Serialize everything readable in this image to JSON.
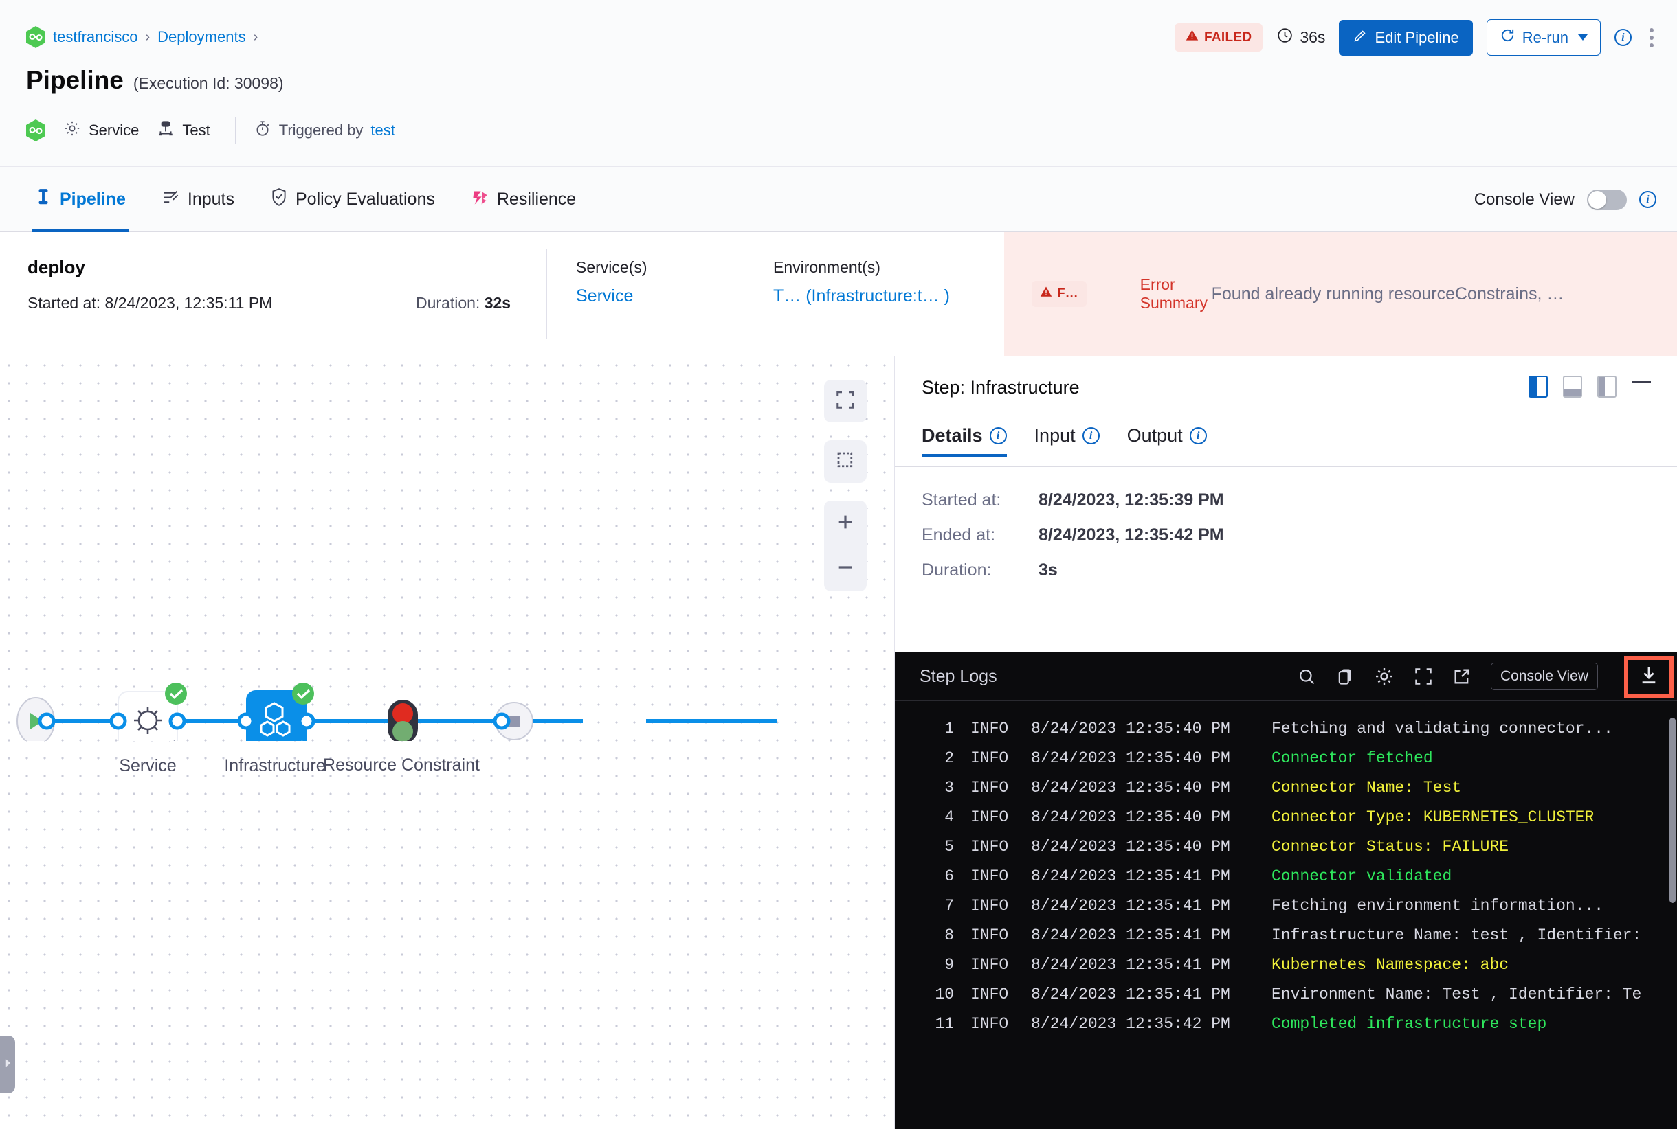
{
  "header": {
    "breadcrumb": [
      {
        "label": "testfrancisco",
        "icon": "harness-logo-icon"
      },
      {
        "label": "Deployments"
      }
    ],
    "title": "Pipeline",
    "execution_id_text": "(Execution Id: 30098)",
    "meta": {
      "service_label": "Service",
      "service_icon": "gear-icon",
      "test_label": "Test",
      "test_icon": "infrastructure-icon",
      "triggered_prefix": "Triggered by",
      "triggered_by": "test",
      "trigger_icon": "stopwatch-icon"
    },
    "actions": {
      "status": "FAILED",
      "status_icon": "warning-triangle-icon",
      "status_color": "#c8271b",
      "status_bg": "#fbe6e4",
      "duration": "36s",
      "duration_icon": "clock-icon",
      "edit_label": "Edit Pipeline",
      "edit_icon": "pencil-icon",
      "rerun_label": "Re-run",
      "rerun_icon": "refresh-icon",
      "info_icon": "info-circle-icon",
      "more_icon": "kebab-menu-icon",
      "primary_color": "#0a64c2"
    }
  },
  "tabbar": {
    "tabs": [
      {
        "label": "Pipeline",
        "icon": "pipeline-icon",
        "active": true
      },
      {
        "label": "Inputs",
        "icon": "inputs-icon",
        "active": false
      },
      {
        "label": "Policy Evaluations",
        "icon": "shield-check-icon",
        "active": false
      },
      {
        "label": "Resilience",
        "icon": "resilience-icon",
        "active": false
      }
    ],
    "console_view_label": "Console View",
    "console_view_on": false,
    "info_icon": "info-circle-icon"
  },
  "stage": {
    "name": "deploy",
    "started_label": "Started at:",
    "started_value": "8/24/2023, 12:35:11 PM",
    "duration_label": "Duration:",
    "duration_value": "32s",
    "services_header": "Service(s)",
    "services_value": "Service",
    "environments_header": "Environment(s)",
    "environments_value": "T… (Infrastructure:t… )",
    "error": {
      "badge": "F…",
      "badge_icon": "warning-triangle-icon",
      "title": "Error Summary",
      "message": "Found already running resourceConstrains, …",
      "bg": "#fdecea",
      "title_color": "#d3342a"
    }
  },
  "canvas": {
    "tools": [
      {
        "name": "fit-to-screen-button",
        "icon": "expand-icon"
      },
      {
        "name": "selection-box-button",
        "icon": "dashed-square-icon"
      },
      {
        "name": "zoom-in-button",
        "icon": "plus-icon"
      },
      {
        "name": "zoom-out-button",
        "icon": "minus-icon"
      }
    ],
    "nodes": [
      {
        "name": "start-node",
        "label": "",
        "type": "start",
        "icon": "play-icon"
      },
      {
        "name": "service-node",
        "label": "Service",
        "type": "step",
        "icon": "gear-icon",
        "status": "success",
        "selected": false
      },
      {
        "name": "infrastructure-node",
        "label": "Infrastructure",
        "type": "step",
        "icon": "hexagons-icon",
        "status": "success",
        "selected": true
      },
      {
        "name": "resource-constraint-node",
        "label": "Resource Constraint",
        "type": "barrier",
        "icon": "traffic-light-icon"
      },
      {
        "name": "end-node",
        "label": "",
        "type": "end",
        "icon": "stop-square-icon"
      }
    ],
    "drawer_handle_icon": "chevron-right-icon"
  },
  "step_panel": {
    "title": "Step: Infrastructure",
    "layout_icons": [
      {
        "name": "layout-right-panel-button",
        "icon": "panel-right-icon",
        "selected": true
      },
      {
        "name": "layout-bottom-panel-button",
        "icon": "panel-bottom-icon",
        "selected": false
      },
      {
        "name": "layout-side-panel-button",
        "icon": "panel-side-icon",
        "selected": false
      },
      {
        "name": "minimize-panel-button",
        "icon": "minus-icon",
        "selected": false
      }
    ],
    "tabs": [
      {
        "label": "Details",
        "icon": "info-circle-icon",
        "active": true
      },
      {
        "label": "Input",
        "icon": "info-circle-icon",
        "active": false
      },
      {
        "label": "Output",
        "icon": "info-circle-icon",
        "active": false
      }
    ],
    "details": [
      {
        "key": "Started at:",
        "value": "8/24/2023, 12:35:39 PM"
      },
      {
        "key": "Ended at:",
        "value": "8/24/2023, 12:35:42 PM"
      },
      {
        "key": "Duration:",
        "value": "3s"
      }
    ]
  },
  "logs": {
    "title": "Step Logs",
    "toolbar": [
      {
        "name": "search-logs-button",
        "icon": "search-icon"
      },
      {
        "name": "copy-logs-button",
        "icon": "copy-icon"
      },
      {
        "name": "log-settings-button",
        "icon": "gear-icon"
      },
      {
        "name": "fullscreen-logs-button",
        "icon": "expand-icon"
      },
      {
        "name": "open-logs-external-button",
        "icon": "external-link-icon"
      }
    ],
    "console_view_label": "Console View",
    "download_button": {
      "name": "download-logs-button",
      "icon": "download-icon",
      "highlighted": true,
      "highlight_color": "#fc6049"
    },
    "lines": [
      {
        "no": "1",
        "level": "INFO",
        "time": "8/24/2023 12:35:40 PM",
        "msg": "Fetching and validating connector...",
        "color": "default"
      },
      {
        "no": "2",
        "level": "INFO",
        "time": "8/24/2023 12:35:40 PM",
        "msg": "Connector fetched",
        "color": "green"
      },
      {
        "no": "3",
        "level": "INFO",
        "time": "8/24/2023 12:35:40 PM",
        "msg": "Connector Name: Test",
        "color": "yellow"
      },
      {
        "no": "4",
        "level": "INFO",
        "time": "8/24/2023 12:35:40 PM",
        "msg": "Connector Type: KUBERNETES_CLUSTER",
        "color": "yellow"
      },
      {
        "no": "5",
        "level": "INFO",
        "time": "8/24/2023 12:35:40 PM",
        "msg": "Connector Status: FAILURE",
        "color": "yellow"
      },
      {
        "no": "6",
        "level": "INFO",
        "time": "8/24/2023 12:35:41 PM",
        "msg": "Connector validated",
        "color": "green"
      },
      {
        "no": "7",
        "level": "INFO",
        "time": "8/24/2023 12:35:41 PM",
        "msg": "Fetching environment information...",
        "color": "default"
      },
      {
        "no": "8",
        "level": "INFO",
        "time": "8/24/2023 12:35:41 PM",
        "msg": "Infrastructure Name: test , Identifier:",
        "color": "default"
      },
      {
        "no": "9",
        "level": "INFO",
        "time": "8/24/2023 12:35:41 PM",
        "msg": "Kubernetes Namespace: abc",
        "color": "yellow"
      },
      {
        "no": "10",
        "level": "INFO",
        "time": "8/24/2023 12:35:41 PM",
        "msg": "Environment Name: Test , Identifier: Te",
        "color": "default"
      },
      {
        "no": "11",
        "level": "INFO",
        "time": "8/24/2023 12:35:42 PM",
        "msg": "Completed infrastructure step",
        "color": "green"
      }
    ]
  }
}
